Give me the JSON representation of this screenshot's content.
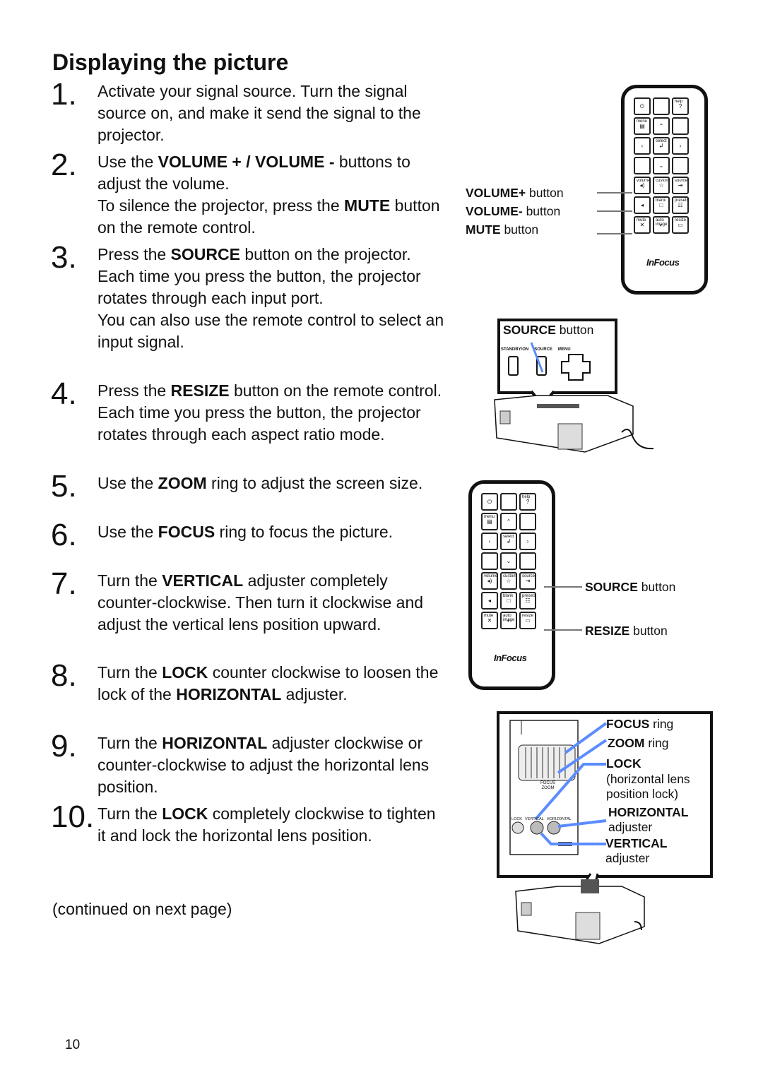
{
  "title": "Displaying the picture",
  "steps": [
    {
      "num": "1.",
      "lines": [
        {
          "t": "Activate your signal source. Turn the signal source on, and make it send the signal to the projector."
        }
      ]
    },
    {
      "num": "2.",
      "lines": [
        {
          "t": "Use the <b>VOLUME + / VOLUME -</b> buttons to adjust the volume."
        },
        {
          "t": "To silence the projector, press the <b>MUTE</b> button on the remote control."
        }
      ]
    },
    {
      "num": "3.",
      "lines": [
        {
          "t": "Press the <b>SOURCE</b> button on the projector. Each time you press the button, the projector rotates through each input port."
        },
        {
          "t": "You can also use the remote control to select an input signal."
        }
      ]
    },
    {
      "num": "4.",
      "lines": [
        {
          "t": "Press the <b>RESIZE</b> button on the remote control. Each time you press the button, the projector rotates through each aspect ratio mode."
        }
      ]
    },
    {
      "num": "5.",
      "lines": [
        {
          "t": "Use the <b>ZOOM</b> ring to adjust the screen size."
        }
      ]
    },
    {
      "num": "6.",
      "lines": [
        {
          "t": "Use the <b>FOCUS</b> ring to focus the picture."
        }
      ]
    },
    {
      "num": "7.",
      "lines": [
        {
          "t": "Turn the <b>VERTICAL</b> adjuster completely counter-clockwise. Then turn it clockwise and adjust the vertical lens position upward."
        }
      ]
    },
    {
      "num": "8.",
      "lines": [
        {
          "t": "Turn the <b>LOCK</b> counter clockwise to loosen the lock of the <b>HORIZONTAL</b> adjuster."
        }
      ]
    },
    {
      "num": "9.",
      "lines": [
        {
          "t": "Turn the <b>HORIZONTAL</b> adjuster clockwise or counter-clockwise to adjust the horizontal lens position."
        }
      ]
    },
    {
      "num": "10.",
      "lines": [
        {
          "t": "Turn the <b>LOCK</b> completely clockwise to tighten it and lock the horizontal lens position."
        }
      ]
    }
  ],
  "continued": "(continued on next page)",
  "page_number": "10",
  "remote_top_labels": {
    "volume_plus": {
      "key": "VOLUME+",
      "rest": " button"
    },
    "volume_minus": {
      "key": "VOLUME-",
      "rest": " button"
    },
    "mute": {
      "key": "MUTE",
      "rest": " button"
    }
  },
  "panel_label": {
    "key": "SOURCE",
    "rest": " button"
  },
  "panel_buttons": {
    "standby": "STANDBY/ON",
    "source": "SOURCE",
    "menu": "MENU"
  },
  "remote_bottom_labels": {
    "source": {
      "key": "SOURCE",
      "rest": " button"
    },
    "resize": {
      "key": "RESIZE",
      "rest": " button"
    }
  },
  "lens_labels": {
    "focus": {
      "key": "FOCUS",
      "rest": " ring"
    },
    "zoom": {
      "key": "ZOOM",
      "rest": " ring"
    },
    "lock": {
      "key": "LOCK",
      "rest": "(horizontal lens position lock)"
    },
    "horizontal": {
      "key": "HORIZONTAL",
      "rest": "adjuster"
    },
    "vertical": {
      "key": "VERTICAL",
      "rest": "adjuster"
    }
  },
  "lens_panel_text": {
    "focus": "FOCUS",
    "zoom": "ZOOM",
    "lock": "LOCK",
    "vertical": "VERTICAL",
    "horizontal": "HORIZONTAL"
  },
  "remote_keys": {
    "help": "help",
    "menu": "menu",
    "select": "select",
    "volume": "volume",
    "custom": "custom",
    "source": "source",
    "blank": "blank",
    "presets": "presets",
    "mute": "mute",
    "auto_image": "auto image",
    "resize": "resize"
  },
  "brand": "InFocus",
  "colors": {
    "callout_blue": "#5b8cff",
    "leader_gray": "#777777"
  }
}
